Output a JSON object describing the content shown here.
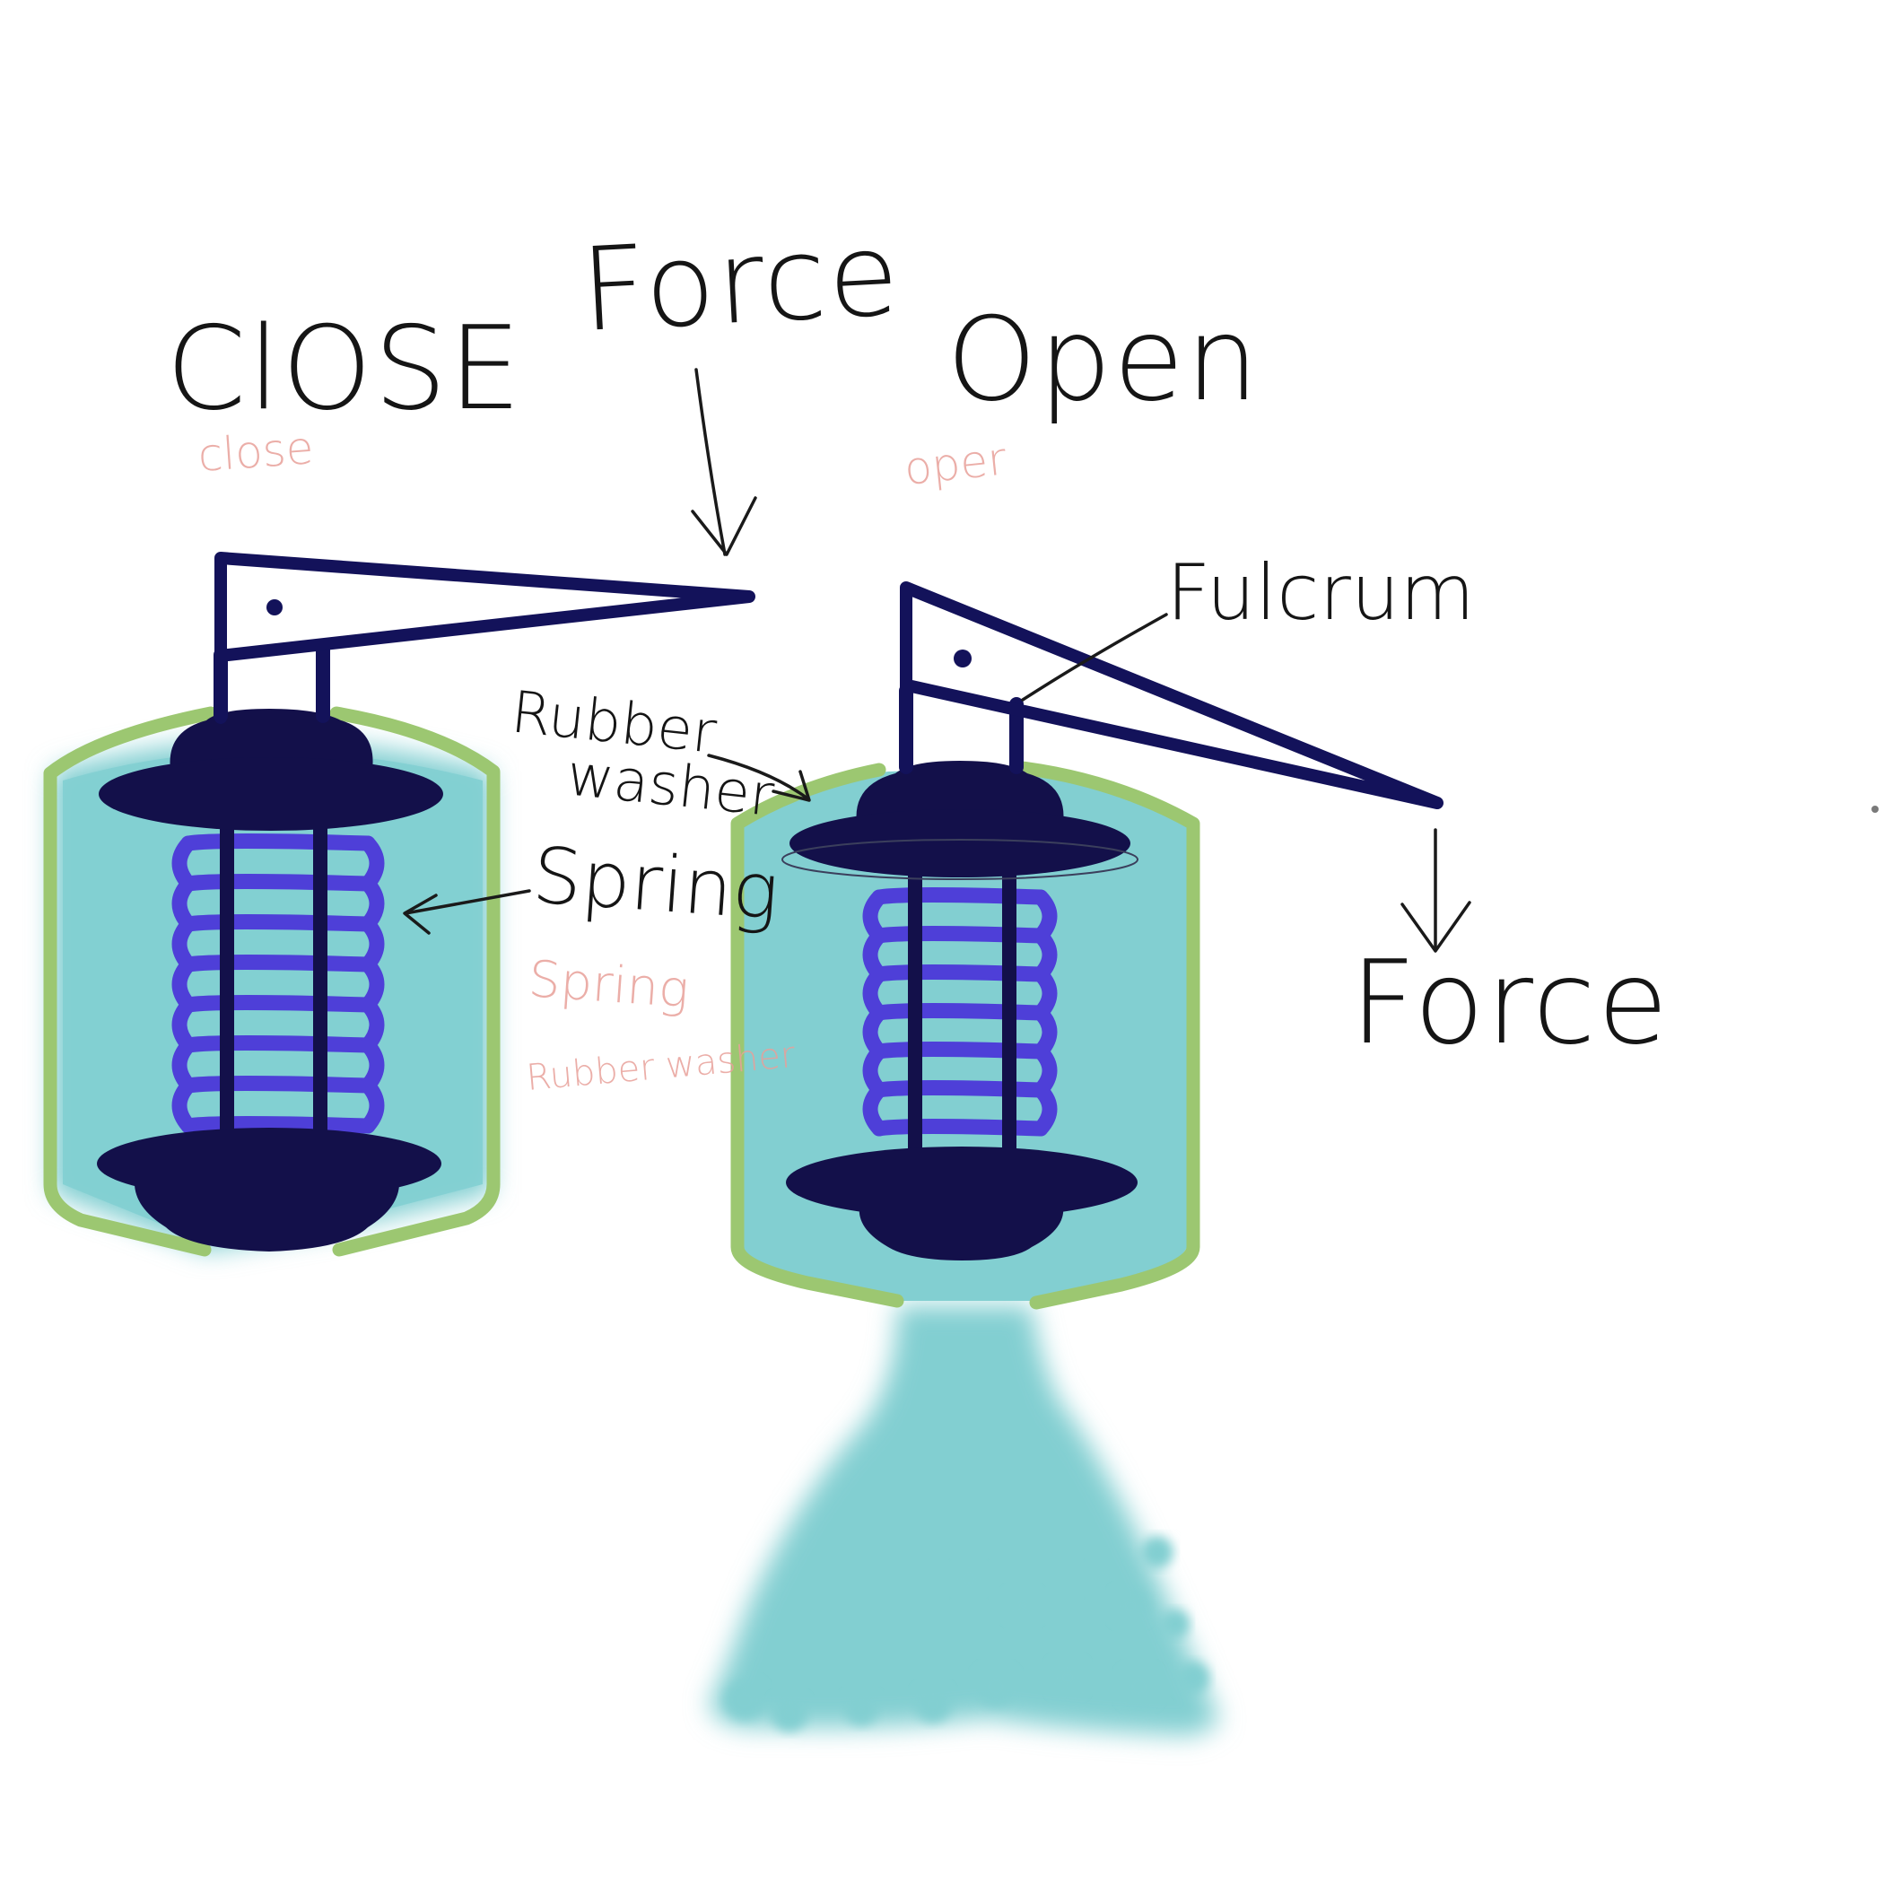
{
  "labels": {
    "close_title": "ClOSE",
    "close_ghost": "close",
    "open_title": "Open",
    "open_ghost": "oper",
    "force_top": "Force",
    "force_bottom": "Force",
    "fulcrum": "Fulcrum",
    "rubber_washer_line1": "Rubber",
    "rubber_washer_line2": "washer",
    "spring": "Spring",
    "spring_ghost": "Spring",
    "rubber_washer_ghost": "Rubber washer"
  },
  "colors": {
    "valve_body": "#13104a",
    "lever": "#13125a",
    "spring_coil": "#4e3fd8",
    "fluid": "#82cfd1",
    "housing": "#9cc771",
    "ghost_text": "#e8a09a",
    "ink": "#151515"
  },
  "icons": {
    "arrow": "hand-drawn-arrow",
    "pivot": "pivot-dot"
  }
}
